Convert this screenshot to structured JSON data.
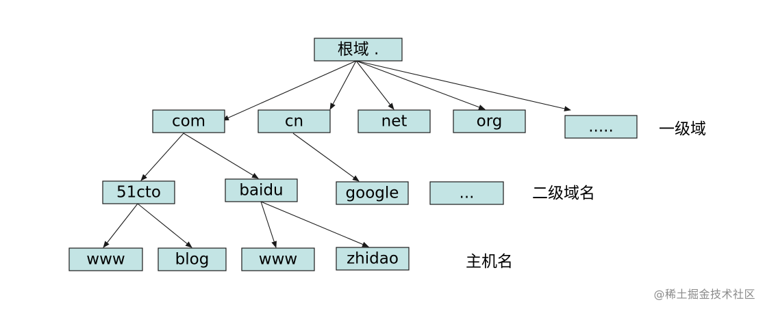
{
  "colors": {
    "node_fill": "#c3e4e4",
    "node_border": "#1a1a1a",
    "edge": "#1a1a1a",
    "text": "#000000",
    "watermark": "#8a8a8a"
  },
  "nodes": {
    "root": "根域 .",
    "com": "com",
    "cn": "cn",
    "net": "net",
    "org": "org",
    "more_tld": ".....",
    "51cto": "51cto",
    "baidu": "baidu",
    "google": "google",
    "more_second": "...",
    "www1": "www",
    "blog": "blog",
    "www2": "www",
    "zhidao": "zhidao"
  },
  "edges": [
    [
      "root",
      "com"
    ],
    [
      "root",
      "cn"
    ],
    [
      "root",
      "net"
    ],
    [
      "root",
      "org"
    ],
    [
      "root",
      "more_tld"
    ],
    [
      "com",
      "51cto"
    ],
    [
      "com",
      "baidu"
    ],
    [
      "cn",
      "google"
    ],
    [
      "51cto",
      "www1"
    ],
    [
      "51cto",
      "blog"
    ],
    [
      "baidu",
      "www2"
    ],
    [
      "baidu",
      "zhidao"
    ]
  ],
  "level_labels": {
    "top_level": "一级域",
    "second_level": "二级域名",
    "host": "主机名"
  },
  "watermark": "@稀土掘金技术社区"
}
